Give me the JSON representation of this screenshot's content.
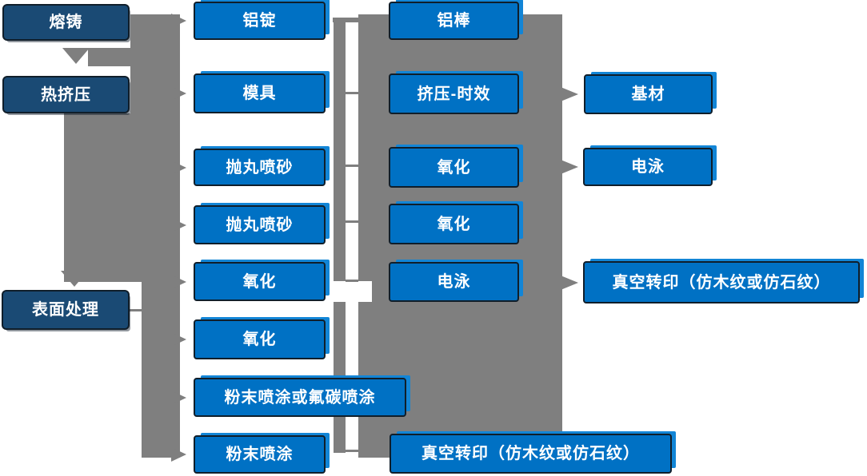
{
  "colors": {
    "bg": "#ffffff",
    "gray": "#7f7f7f",
    "box-dark": "#1a4a74",
    "box-blue": "#0071c4",
    "shadow-blue": "#1285d6",
    "edge": "#101e2a",
    "text": "#ffffff"
  },
  "diagram_title": "",
  "nodes": [
    {
      "id": "rongzhu",
      "label": "熔铸"
    },
    {
      "id": "rejiya",
      "label": "热挤压"
    },
    {
      "id": "biaomianchuli",
      "label": "表面处理"
    },
    {
      "id": "lvding",
      "label": "铝锭"
    },
    {
      "id": "muju",
      "label": "模具"
    },
    {
      "id": "paowanpensha-1",
      "label": "抛丸喷砂"
    },
    {
      "id": "paowanpensha-2",
      "label": "抛丸喷砂"
    },
    {
      "id": "yanghua-1",
      "label": "氧化"
    },
    {
      "id": "yanghua-2",
      "label": "氧化"
    },
    {
      "id": "fenmo-futan",
      "label": "粉末喷涂或氟碳喷涂"
    },
    {
      "id": "fenmopentu",
      "label": "粉末喷涂"
    },
    {
      "id": "lvbang",
      "label": "铝棒"
    },
    {
      "id": "jiya-shixiao",
      "label": "挤压-时效"
    },
    {
      "id": "yanghua-3",
      "label": "氧化"
    },
    {
      "id": "yanghua-4",
      "label": "氧化"
    },
    {
      "id": "dianyong-1",
      "label": "电泳"
    },
    {
      "id": "zhenkong-1",
      "label": "真空转印（仿木纹或仿石纹）"
    },
    {
      "id": "jicai",
      "label": "基材"
    },
    {
      "id": "dianyong-2",
      "label": "电泳"
    },
    {
      "id": "zhenkong-2",
      "label": "真空转印（仿木纹或仿石纹）"
    }
  ]
}
